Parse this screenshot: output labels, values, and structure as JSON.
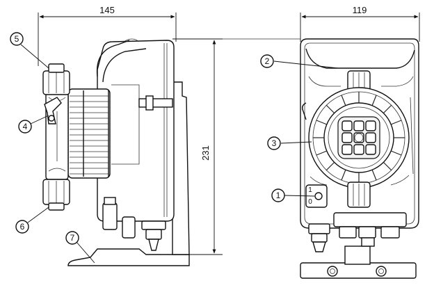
{
  "dimensions": {
    "side_width": "145",
    "front_width": "119",
    "height": "231"
  },
  "callouts": [
    "5",
    "4",
    "6",
    "7",
    "2",
    "3",
    "1"
  ],
  "switch_labels": {
    "on": "1",
    "off": "0"
  }
}
